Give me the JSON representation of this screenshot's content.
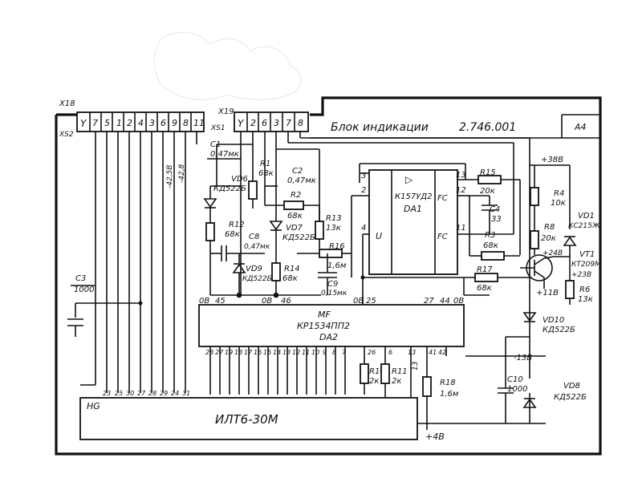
{
  "title_block": {
    "name": "Блок индикации",
    "code": "2.746.001",
    "sheet": "А4"
  },
  "connectors": {
    "xs2": {
      "ref": "X18",
      "alt": "XS2",
      "pins": [
        "7",
        "5",
        "1",
        "2",
        "4",
        "3",
        "6",
        "9",
        "8",
        "11"
      ]
    },
    "xs1": {
      "ref": "X19",
      "alt": "XS1",
      "pins": [
        "2",
        "6",
        "3",
        "7",
        "8"
      ]
    }
  },
  "supply_labels": {
    "m42b": "-42,5В",
    "m42": "-42,8",
    "p38": "+38В",
    "p24": "+24В",
    "p23": "+23В",
    "p11": "+11В",
    "m13": "-13В",
    "p4": "+4В"
  },
  "ics": {
    "da1": {
      "part": "К157УД2",
      "ref": "DA1",
      "pins": [
        "3",
        "2",
        "13",
        "12",
        "4",
        "11"
      ],
      "sym": "▷",
      "fc1": "FC",
      "fc2": "FC",
      "u": "U"
    },
    "da2": {
      "part": "КР1534ПП2",
      "ref": "DA2",
      "mf": "MF",
      "top_pins": [
        "0В",
        "45",
        "0В",
        "46",
        "0В",
        "25",
        "27",
        "44",
        "0В"
      ],
      "bottom_pins": [
        "28",
        "27",
        "19",
        "18",
        "17",
        "16",
        "15",
        "14",
        "13",
        "12",
        "11",
        "10",
        "9",
        "8",
        "7",
        "26",
        "6",
        "13",
        "41",
        "42"
      ]
    }
  },
  "display": {
    "ref": "HG",
    "part": "ИЛТ6-30М",
    "pins": [
      "23",
      "25",
      "30",
      "27",
      "28",
      "29",
      "24",
      "31"
    ]
  },
  "parts": {
    "c1": {
      "ref": "C1",
      "val": "0,47мк"
    },
    "c2": {
      "ref": "C2",
      "val": "0,47мк"
    },
    "c3": {
      "ref": "C3",
      "val": "1000"
    },
    "c4": {
      "ref": "C4",
      "val": "33"
    },
    "c8": {
      "ref": "C8",
      "val": "0,47мк"
    },
    "c9": {
      "ref": "C9",
      "val": "0,15мк"
    },
    "c10": {
      "ref": "C10",
      "val": "1000"
    },
    "r1": {
      "ref": "R1",
      "val": "68к"
    },
    "r2": {
      "ref": "R2",
      "val": "68к"
    },
    "r3": {
      "ref": "R3",
      "val": "68к"
    },
    "r4": {
      "ref": "R4",
      "val": "10к"
    },
    "r6": {
      "ref": "R6",
      "val": "13к"
    },
    "r8": {
      "ref": "R8",
      "val": "20к"
    },
    "r10": {
      "ref": "R10",
      "val": "2к"
    },
    "r11": {
      "ref": "R11",
      "val": "2к"
    },
    "r12": {
      "ref": "R12",
      "val": "68к"
    },
    "r13": {
      "ref": "R13",
      "val": "13к"
    },
    "r14": {
      "ref": "R14",
      "val": "68к"
    },
    "r15": {
      "ref": "R15",
      "val": "20к"
    },
    "r16": {
      "ref": "R16",
      "val": "1,6м"
    },
    "r17": {
      "ref": "R17",
      "val": "68к"
    },
    "r18": {
      "ref": "R18",
      "val": "1,6м"
    },
    "vd1": {
      "ref": "VD1",
      "val": "КС215Ж"
    },
    "vd6": {
      "ref": "VD6",
      "val": "КД522Б"
    },
    "vd7": {
      "ref": "VD7",
      "val": "КД522Б"
    },
    "vd8": {
      "ref": "VD8",
      "val": "КД522Б"
    },
    "vd9": {
      "ref": "VD9",
      "val": "КД522Б"
    },
    "vd10": {
      "ref": "VD10",
      "val": "КД522Б"
    },
    "vt1": {
      "ref": "VT1",
      "val": "КТ209М"
    }
  }
}
